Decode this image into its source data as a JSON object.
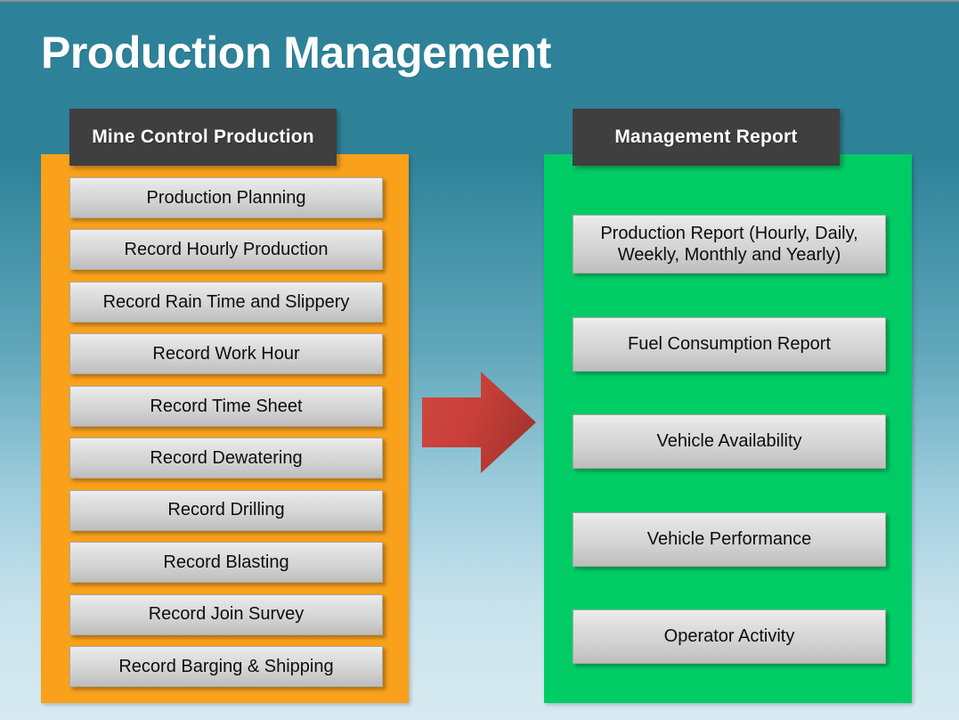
{
  "slide": {
    "title": "Production Management",
    "background_top_color": "#2d8299",
    "background_bottom_color": "#d8eaf1"
  },
  "panels": [
    {
      "key": "production",
      "header": "Mine Control Production",
      "accent_color": "#f9a11b",
      "items": [
        "Production Planning",
        "Record Hourly Production",
        "Record Rain Time and Slippery",
        "Record Work Hour",
        "Record Time Sheet",
        "Record Dewatering",
        "Record Drilling",
        "Record Blasting",
        "Record Join Survey",
        "Record Barging & Shipping"
      ]
    },
    {
      "key": "report",
      "header": "Management Report",
      "accent_color": "#00cc66",
      "items": [
        "Production Report (Hourly, Daily, Weekly, Monthly and Yearly)",
        "Fuel Consumption  Report",
        "Vehicle Availability",
        "Vehicle Performance",
        "Operator Activity"
      ]
    }
  ],
  "arrow": {
    "name": "right-arrow",
    "color": "#c0392b",
    "direction": "right"
  }
}
